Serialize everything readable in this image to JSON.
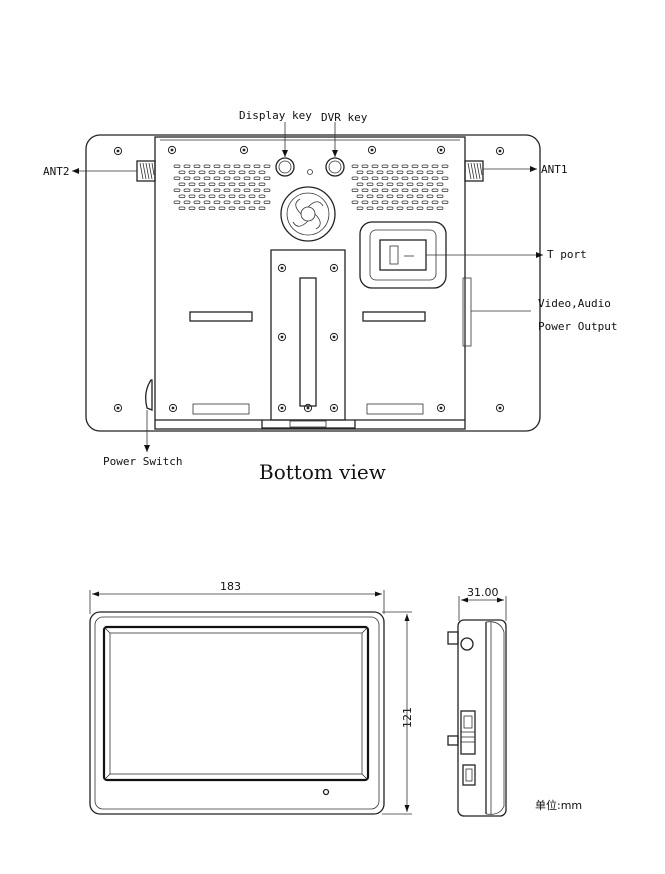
{
  "bottom_view": {
    "title": "Bottom view",
    "labels": {
      "display_key": "Display key",
      "dvr_key": "DVR key",
      "ant2": "ANT2",
      "ant1": "ANT1",
      "t_port": "T port",
      "video_audio": "Video,Audio",
      "power_output": "Power Output",
      "power_switch": "Power Switch"
    }
  },
  "dimensions": {
    "width": "183",
    "height": "121",
    "depth": "31.00",
    "unit_label": "单位:mm"
  }
}
